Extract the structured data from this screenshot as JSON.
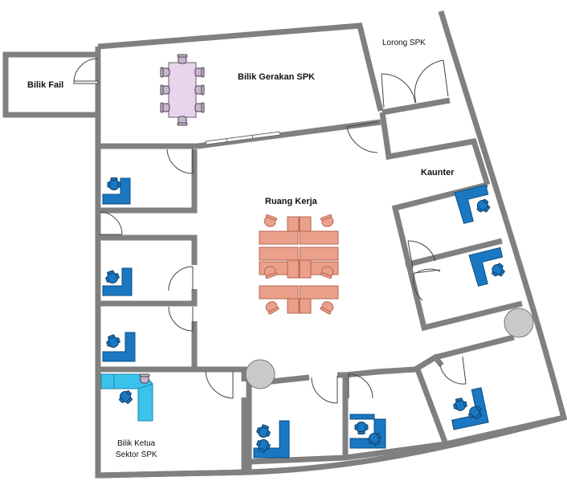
{
  "rooms": {
    "bilik_fail": "Bilik Fail",
    "bilik_gerakan": "Bilik Gerakan SPK",
    "lorong": "Lorong SPK",
    "kaunter": "Kaunter",
    "ruang_kerja": "Ruang Kerja",
    "bilik_ketua_line1": "Bilik Ketua",
    "bilik_ketua_line2": "Sektor SPK"
  },
  "colors": {
    "wall": "#808080",
    "desk_blue": "#1a78c2",
    "desk_cyan": "#3cc3ec",
    "workstation_salmon": "#eaa08a",
    "meeting_table": "#e8d4ec",
    "column": "#c9c9c9"
  }
}
